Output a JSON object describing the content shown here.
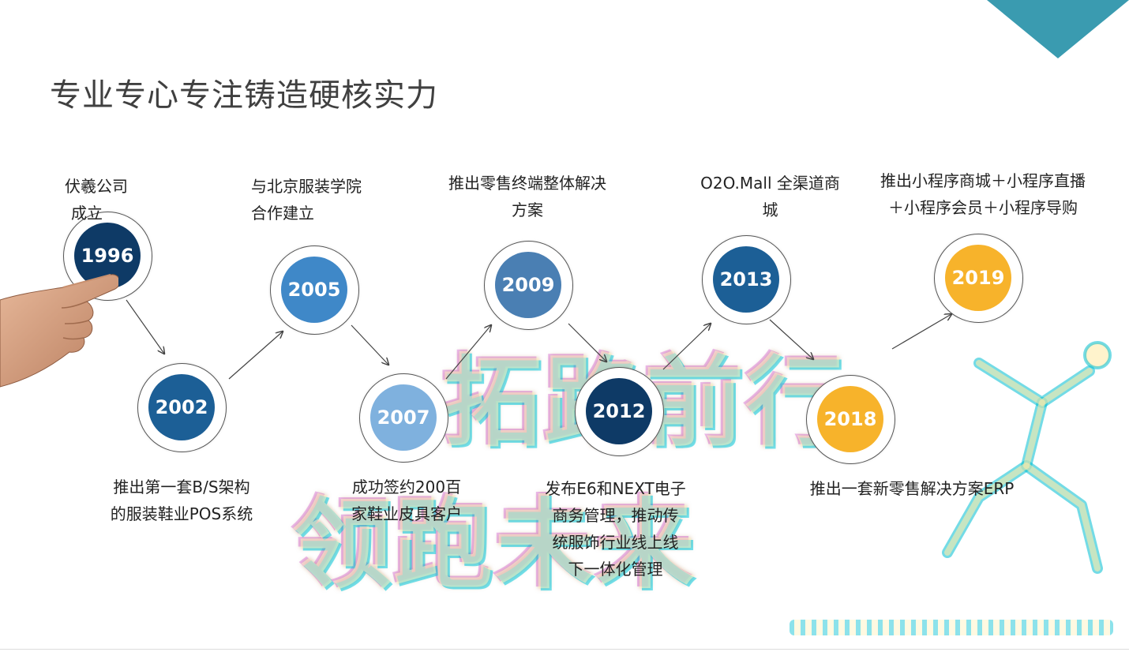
{
  "title": "专业专心专注铸造硬核实力",
  "watermark": {
    "line1": "拓路前行",
    "line2": "领跑未来"
  },
  "colors": {
    "accent_triangle": "#3a9bb0",
    "navy": "#0e3a66",
    "blue": "#1c5f96",
    "mid_blue": "#3f88c8",
    "steel": "#4a7fb3",
    "light_blue": "#7fb1de",
    "amber": "#f7b32b"
  },
  "milestones": [
    {
      "year": "1996",
      "caption": [
        "伏羲公司",
        "成立"
      ]
    },
    {
      "year": "2002",
      "caption": [
        "推出第一套B/S架构",
        "的服装鞋业POS系统"
      ]
    },
    {
      "year": "2005",
      "caption": [
        "与北京服装学院",
        "合作建立"
      ]
    },
    {
      "year": "2007",
      "caption": [
        "成功签约200百",
        "家鞋业皮具客户"
      ]
    },
    {
      "year": "2009",
      "caption": [
        "推出零售终端整体解决",
        "方案"
      ]
    },
    {
      "year": "2012",
      "caption": [
        "发布E6和NEXT电子",
        "商务管理，推动传",
        "统服饰行业线上线",
        "下一体化管理"
      ]
    },
    {
      "year": "2013",
      "caption": [
        "O2O.Mall 全渠道商",
        "城"
      ]
    },
    {
      "year": "2018",
      "caption": [
        "推出一套新零售解决方案ERP"
      ]
    },
    {
      "year": "2019",
      "caption": [
        "推出小程序商城＋小程序直播",
        "＋小程序会员＋小程序导购"
      ]
    }
  ]
}
